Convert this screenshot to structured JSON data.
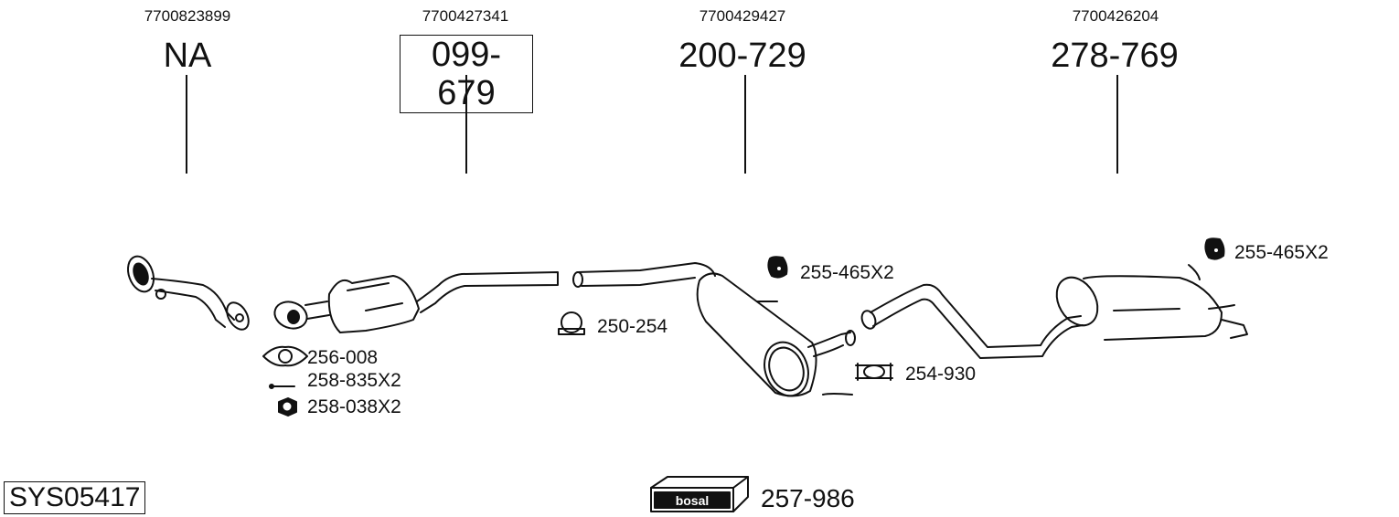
{
  "diagram": {
    "system_id": "SYS05417",
    "brand": "bosal",
    "parts": [
      {
        "oe_number": "7700823899",
        "part_number": "NA",
        "boxed": false
      },
      {
        "oe_number": "7700427341",
        "part_number": "099-679",
        "boxed": true
      },
      {
        "oe_number": "7700429427",
        "part_number": "200-729",
        "boxed": false
      },
      {
        "oe_number": "7700426204",
        "part_number": "278-769",
        "boxed": false
      }
    ],
    "accessories": [
      {
        "icon": "gasket-icon",
        "label": "256-008"
      },
      {
        "icon": "bolt-icon",
        "label": "258-835X2"
      },
      {
        "icon": "nut-icon",
        "label": "258-038X2"
      },
      {
        "icon": "u-clamp-icon",
        "label": "250-254"
      },
      {
        "icon": "rubber-hanger-icon",
        "label": "255-465X2"
      },
      {
        "icon": "pipe-clamp-icon",
        "label": "254-930"
      },
      {
        "icon": "rubber-hanger-icon",
        "label": "255-465X2"
      }
    ],
    "fitting_kit": {
      "icon": "bosal-box-icon",
      "label": "257-986"
    }
  }
}
